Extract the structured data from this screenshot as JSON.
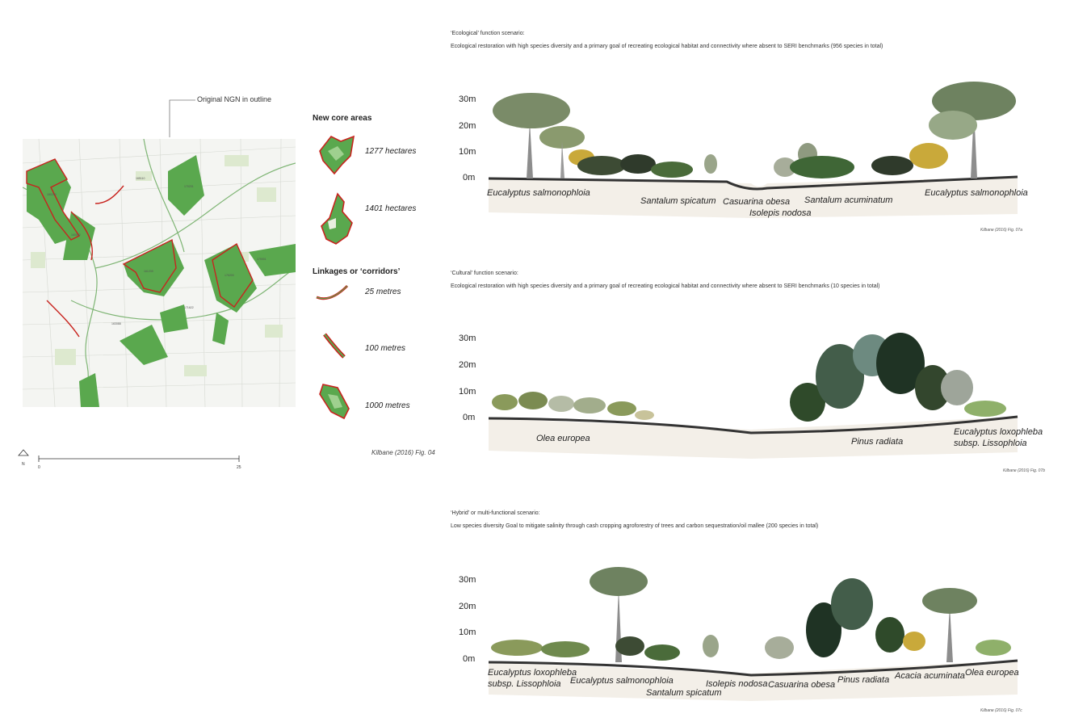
{
  "map": {
    "callout": "Original NGN in outline",
    "north_label": "N",
    "scale_start": "0",
    "scale_end": "25",
    "credit": "Kilbane (2016) Fig. 04"
  },
  "legend": {
    "core_heading": "New core areas",
    "core_items": [
      {
        "label": "1277 hectares"
      },
      {
        "label": "1401 hectares"
      }
    ],
    "linkage_heading": "Linkages or ‘corridors’",
    "linkage_items": [
      {
        "label": "25 metres"
      },
      {
        "label": "100 metres"
      },
      {
        "label": "1000 metres"
      }
    ]
  },
  "colors": {
    "core_green": "#5aa84e",
    "outline_red": "#c8231e",
    "ground": "#f3efe8",
    "tree_dark": "#2f4a2a",
    "tree_olive": "#8a9a5b"
  },
  "y_axis_labels": [
    "30m",
    "20m",
    "10m",
    "0m"
  ],
  "scenarios": [
    {
      "title": "‘Ecological’ function scenario:",
      "description": "Ecological restoration with high species diversity and a primary goal of recreating ecological habitat and connectivity where absent to SERI benchmarks (956 species in total)",
      "species": [
        {
          "text": "Eucalyptus salmonophloia"
        },
        {
          "text": "Santalum spicatum"
        },
        {
          "text": "Casuarina obesa"
        },
        {
          "text": "Isolepis nodosa"
        },
        {
          "text": "Santalum acuminatum"
        },
        {
          "text": "Eucalyptus salmonophloia"
        }
      ],
      "credit": "Kilbane (2016) Fig. 07a"
    },
    {
      "title": "‘Cultural’ function scenario:",
      "description": "Ecological restoration with high species diversity and a primary goal of recreating ecological habitat and connectivity where absent to SERI benchmarks (10 species in total)",
      "species": [
        {
          "text": "Olea europea"
        },
        {
          "text": "Pinus radiata"
        },
        {
          "text": "Eucalyptus loxophleba"
        },
        {
          "text": "subsp. Lissophloia"
        }
      ],
      "credit": "Kilbane (2016) Fig. 07b"
    },
    {
      "title": "‘Hybrid’ or multi-functional scenario:",
      "description": "Low species diversity Goal to mitigate salinity through cash cropping agroforestry of trees and carbon sequestration/oil mallee (200 species in total)",
      "species": [
        {
          "text": "Eucalyptus loxophleba"
        },
        {
          "text": "subsp. Lissophloia"
        },
        {
          "text": "Eucalyptus salmonophloia"
        },
        {
          "text": "Santalum spicatum"
        },
        {
          "text": "Isolepis nodosa"
        },
        {
          "text": "Casuarina obesa"
        },
        {
          "text": "Pinus radiata"
        },
        {
          "text": "Acacia acuminata"
        },
        {
          "text": "Olea europea"
        }
      ],
      "credit": "Kilbane (2016) Fig. 07c"
    }
  ]
}
